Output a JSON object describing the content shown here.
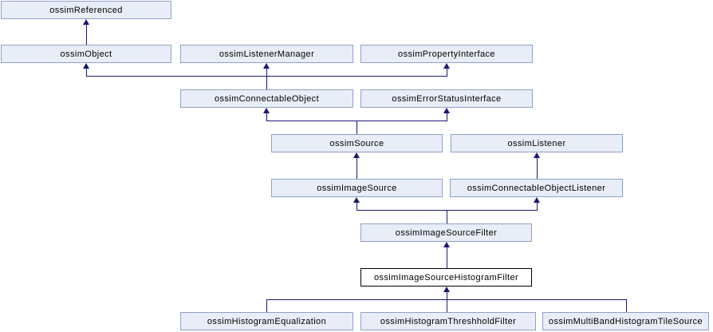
{
  "diagram": {
    "kind": "class-inheritance-graph",
    "highlighted_node": "ossimImageSourceHistogramFilter",
    "nodes": [
      {
        "id": "ossimReferenced",
        "label": "ossimReferenced"
      },
      {
        "id": "ossimObject",
        "label": "ossimObject"
      },
      {
        "id": "ossimListenerManager",
        "label": "ossimListenerManager"
      },
      {
        "id": "ossimPropertyInterface",
        "label": "ossimPropertyInterface"
      },
      {
        "id": "ossimConnectableObject",
        "label": "ossimConnectableObject"
      },
      {
        "id": "ossimErrorStatusInterface",
        "label": "ossimErrorStatusInterface"
      },
      {
        "id": "ossimSource",
        "label": "ossimSource"
      },
      {
        "id": "ossimListener",
        "label": "ossimListener"
      },
      {
        "id": "ossimImageSource",
        "label": "ossimImageSource"
      },
      {
        "id": "ossimConnectableObjectListener",
        "label": "ossimConnectableObjectListener"
      },
      {
        "id": "ossimImageSourceFilter",
        "label": "ossimImageSourceFilter"
      },
      {
        "id": "ossimImageSourceHistogramFilter",
        "label": "ossimImageSourceHistogramFilter"
      },
      {
        "id": "ossimHistogramEqualization",
        "label": "ossimHistogramEqualization"
      },
      {
        "id": "ossimHistogramThreshholdFilter",
        "label": "ossimHistogramThreshholdFilter"
      },
      {
        "id": "ossimMultiBandHistogramTileSource",
        "label": "ossimMultiBandHistogramTileSource"
      }
    ],
    "edges": [
      {
        "from": "ossimObject",
        "to": "ossimReferenced"
      },
      {
        "from": "ossimConnectableObject",
        "to": "ossimObject"
      },
      {
        "from": "ossimConnectableObject",
        "to": "ossimListenerManager"
      },
      {
        "from": "ossimConnectableObject",
        "to": "ossimPropertyInterface"
      },
      {
        "from": "ossimSource",
        "to": "ossimConnectableObject"
      },
      {
        "from": "ossimSource",
        "to": "ossimErrorStatusInterface"
      },
      {
        "from": "ossimImageSource",
        "to": "ossimSource"
      },
      {
        "from": "ossimConnectableObjectListener",
        "to": "ossimListener"
      },
      {
        "from": "ossimImageSourceFilter",
        "to": "ossimImageSource"
      },
      {
        "from": "ossimImageSourceFilter",
        "to": "ossimConnectableObjectListener"
      },
      {
        "from": "ossimImageSourceHistogramFilter",
        "to": "ossimImageSourceFilter"
      },
      {
        "from": "ossimHistogramEqualization",
        "to": "ossimImageSourceHistogramFilter"
      },
      {
        "from": "ossimHistogramThreshholdFilter",
        "to": "ossimImageSourceHistogramFilter"
      },
      {
        "from": "ossimMultiBandHistogramTileSource",
        "to": "ossimImageSourceHistogramFilter"
      }
    ],
    "colors": {
      "background": "#ffffff",
      "node_fill": "#e8edf7",
      "node_border": "#8fa0c8",
      "node_text": "#000000",
      "edge": "#191970",
      "highlight_fill": "#ffffff",
      "highlight_border": "#000000"
    }
  }
}
